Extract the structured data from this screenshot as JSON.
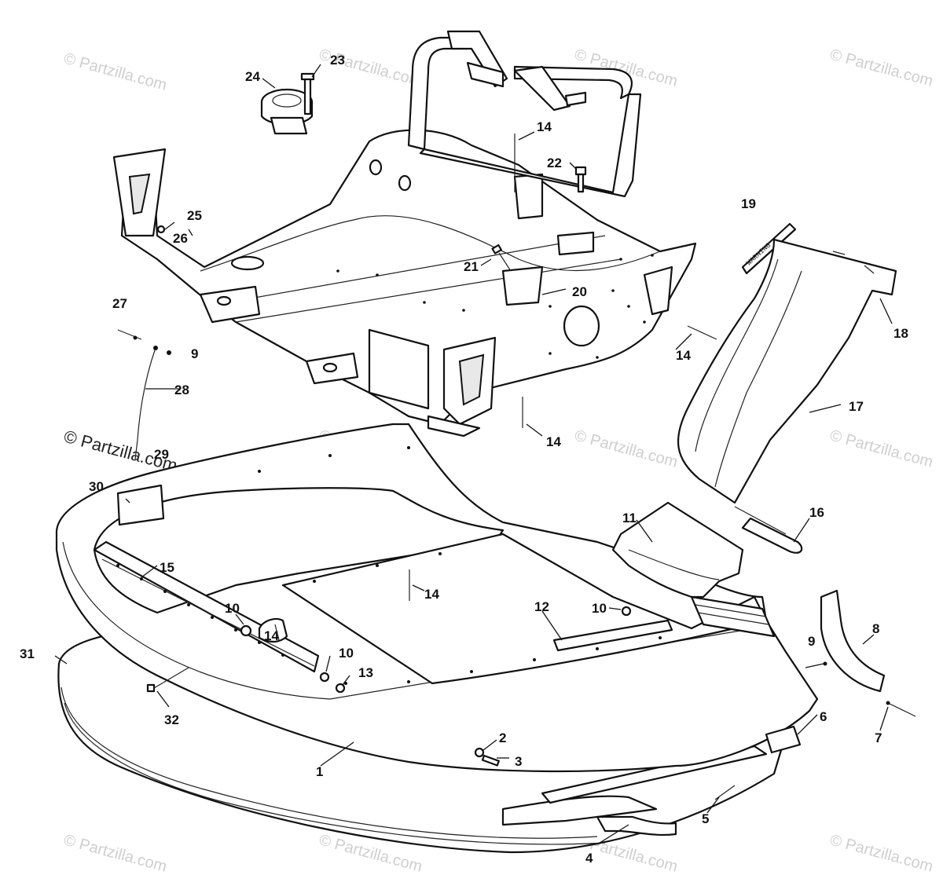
{
  "watermark": {
    "text": "© Partzilla.com",
    "strong_text": "© Partzilla.com"
  },
  "decal_text": "WARNING",
  "callouts": [
    {
      "id": "c1",
      "label": "1"
    },
    {
      "id": "c2",
      "label": "2"
    },
    {
      "id": "c3",
      "label": "3"
    },
    {
      "id": "c4",
      "label": "4"
    },
    {
      "id": "c5",
      "label": "5"
    },
    {
      "id": "c6",
      "label": "6"
    },
    {
      "id": "c7",
      "label": "7"
    },
    {
      "id": "c8",
      "label": "8"
    },
    {
      "id": "c9a",
      "label": "9"
    },
    {
      "id": "c9b",
      "label": "9"
    },
    {
      "id": "c10a",
      "label": "10"
    },
    {
      "id": "c10b",
      "label": "10"
    },
    {
      "id": "c10c",
      "label": "10"
    },
    {
      "id": "c11",
      "label": "11"
    },
    {
      "id": "c12",
      "label": "12"
    },
    {
      "id": "c13",
      "label": "13"
    },
    {
      "id": "c14a",
      "label": "14"
    },
    {
      "id": "c14b",
      "label": "14"
    },
    {
      "id": "c14c",
      "label": "14"
    },
    {
      "id": "c14d",
      "label": "14"
    },
    {
      "id": "c14e",
      "label": "14"
    },
    {
      "id": "c15",
      "label": "15"
    },
    {
      "id": "c16",
      "label": "16"
    },
    {
      "id": "c17",
      "label": "17"
    },
    {
      "id": "c18",
      "label": "18"
    },
    {
      "id": "c19",
      "label": "19"
    },
    {
      "id": "c20",
      "label": "20"
    },
    {
      "id": "c21",
      "label": "21"
    },
    {
      "id": "c22",
      "label": "22"
    },
    {
      "id": "c23",
      "label": "23"
    },
    {
      "id": "c24",
      "label": "24"
    },
    {
      "id": "c25",
      "label": "25"
    },
    {
      "id": "c26",
      "label": "26"
    },
    {
      "id": "c27",
      "label": "27"
    },
    {
      "id": "c28",
      "label": "28"
    },
    {
      "id": "c29",
      "label": "29"
    },
    {
      "id": "c30",
      "label": "30"
    },
    {
      "id": "c31",
      "label": "31"
    },
    {
      "id": "c32",
      "label": "32"
    }
  ]
}
